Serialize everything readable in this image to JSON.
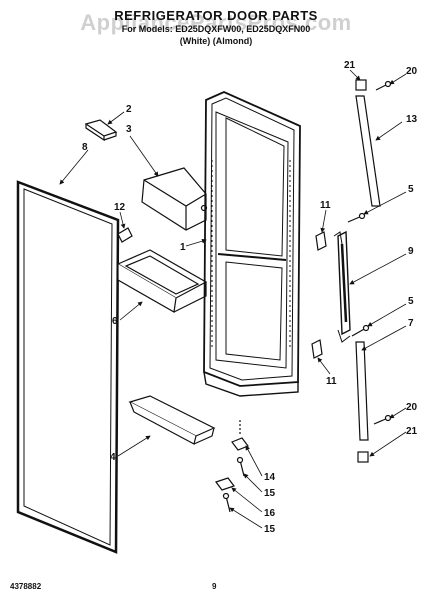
{
  "header": {
    "title": "REFRIGERATOR DOOR PARTS",
    "models": "For Models: ED25DQXFW00, ED25DQXFN00",
    "colors": "(White)    (Almond)"
  },
  "watermark": "AppliancePartsPros.com",
  "footer": {
    "doc_number": "4378882",
    "page_number": "9"
  },
  "callouts": {
    "p2": "2",
    "p3": "3",
    "p8": "8",
    "p12": "12",
    "p6": "6",
    "p4": "4",
    "p1": "1",
    "p21a": "21",
    "p20a": "20",
    "p13": "13",
    "p5a": "5",
    "p11a": "11",
    "p9": "9",
    "p5b": "5",
    "p7": "7",
    "p11b": "11",
    "p20b": "20",
    "p21b": "21",
    "p14": "14",
    "p15a": "15",
    "p16": "16",
    "p15b": "15"
  }
}
